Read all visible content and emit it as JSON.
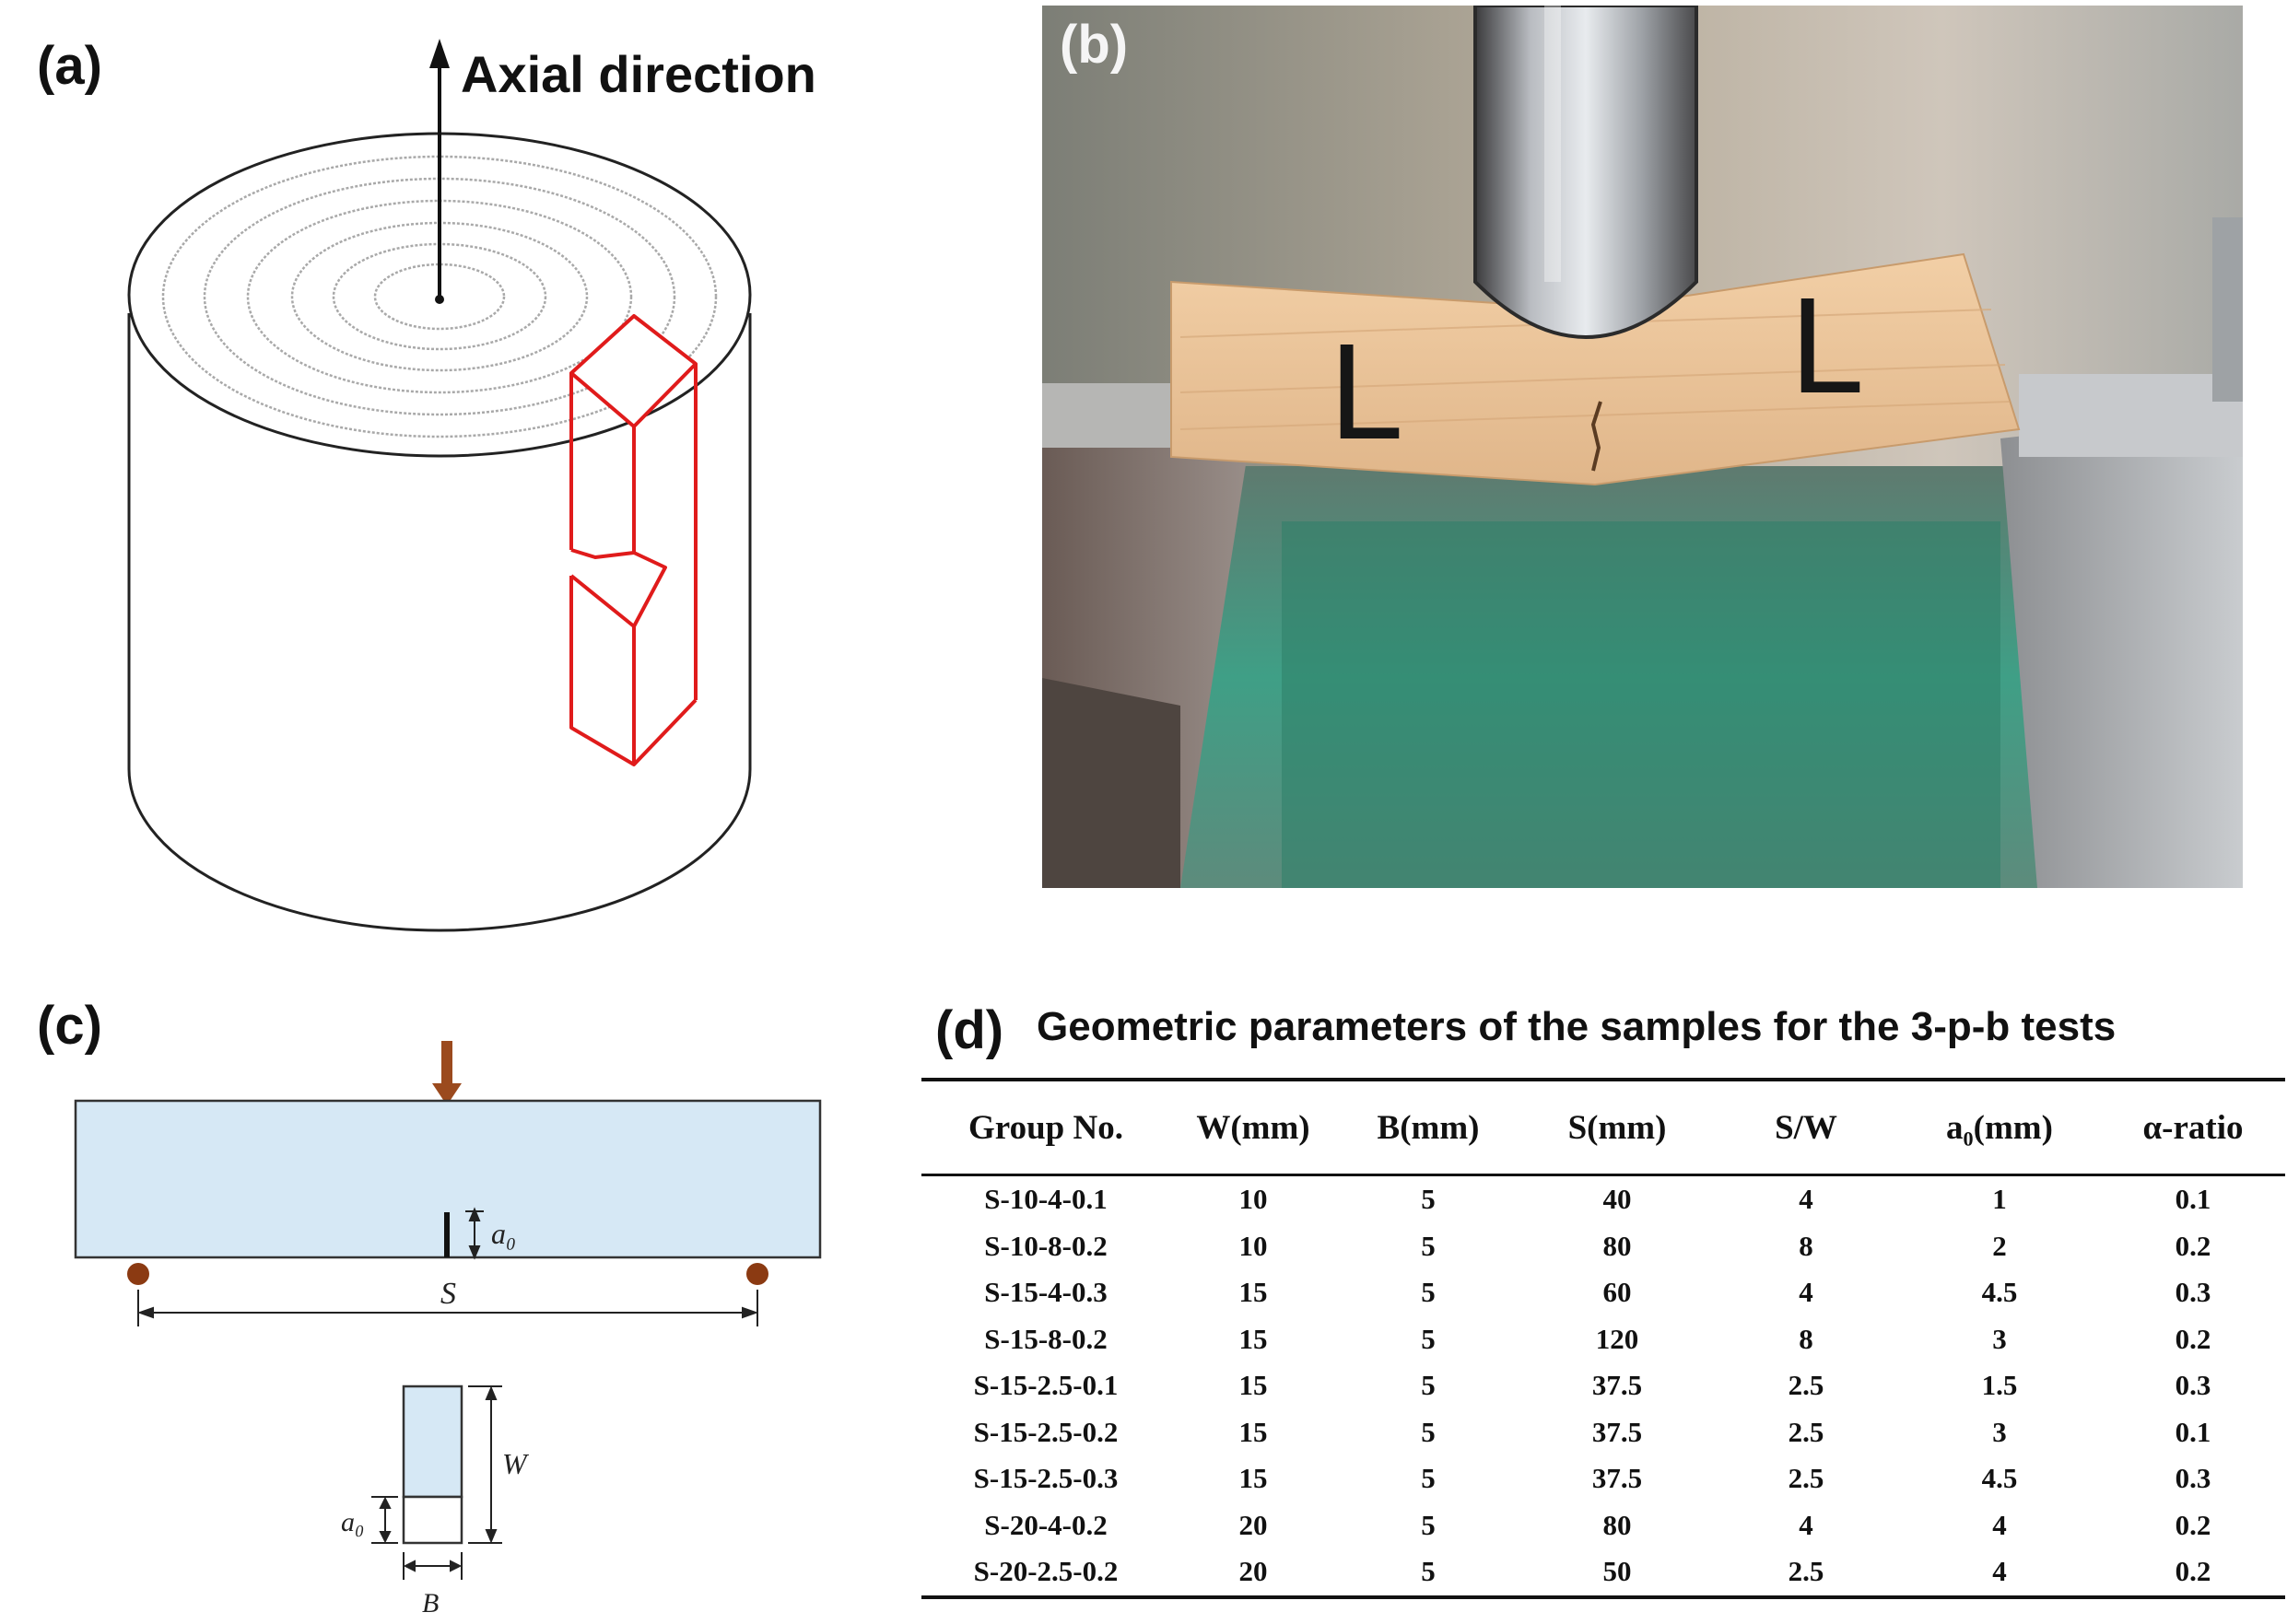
{
  "panel_a": {
    "label": "(a)",
    "arrow_label": "Axial direction"
  },
  "panel_b": {
    "label": "(b)",
    "specimen_marks": [
      "L",
      "L"
    ]
  },
  "panel_c": {
    "label": "(c)",
    "dim_a0": "a₀",
    "dim_S": "S",
    "dim_W": "W",
    "dim_B": "B"
  },
  "panel_d": {
    "label": "(d)",
    "title": "Geometric parameters of the samples for the 3-p-b tests",
    "table": {
      "headers": [
        "Group No.",
        "W(mm)",
        "B(mm)",
        "S(mm)",
        "S/W",
        "a₀(mm)",
        "α-ratio"
      ],
      "rows": [
        [
          "S-10-4-0.1",
          "10",
          "5",
          "40",
          "4",
          "1",
          "0.1"
        ],
        [
          "S-10-8-0.2",
          "10",
          "5",
          "80",
          "8",
          "2",
          "0.2"
        ],
        [
          "S-15-4-0.3",
          "15",
          "5",
          "60",
          "4",
          "4.5",
          "0.3"
        ],
        [
          "S-15-8-0.2",
          "15",
          "5",
          "120",
          "8",
          "3",
          "0.2"
        ],
        [
          "S-15-2.5-0.1",
          "15",
          "5",
          "37.5",
          "2.5",
          "1.5",
          "0.3"
        ],
        [
          "S-15-2.5-0.2",
          "15",
          "5",
          "37.5",
          "2.5",
          "3",
          "0.1"
        ],
        [
          "S-15-2.5-0.3",
          "15",
          "5",
          "37.5",
          "2.5",
          "4.5",
          "0.3"
        ],
        [
          "S-20-4-0.2",
          "20",
          "5",
          "80",
          "4",
          "4",
          "0.2"
        ],
        [
          "S-20-2.5-0.2",
          "20",
          "5",
          "50",
          "2.5",
          "4",
          "0.2"
        ]
      ]
    }
  },
  "colors": {
    "specimen_outline": "#e01b1b",
    "beam_fill": "#d6e8f5",
    "load_arrow": "#9b4a1e",
    "support_dot": "#8b3a12"
  }
}
